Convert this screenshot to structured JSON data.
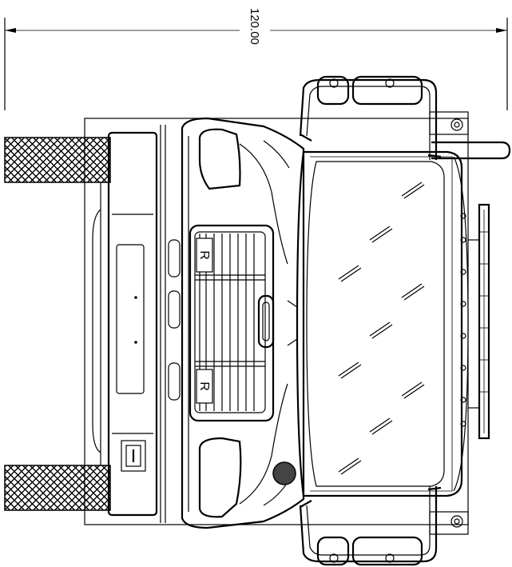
{
  "dimension": {
    "value": "120.00"
  },
  "grille": {
    "badge_top": "R",
    "badge_bottom": "R"
  },
  "colors": {
    "stroke": "#000000",
    "background": "#ffffff"
  }
}
